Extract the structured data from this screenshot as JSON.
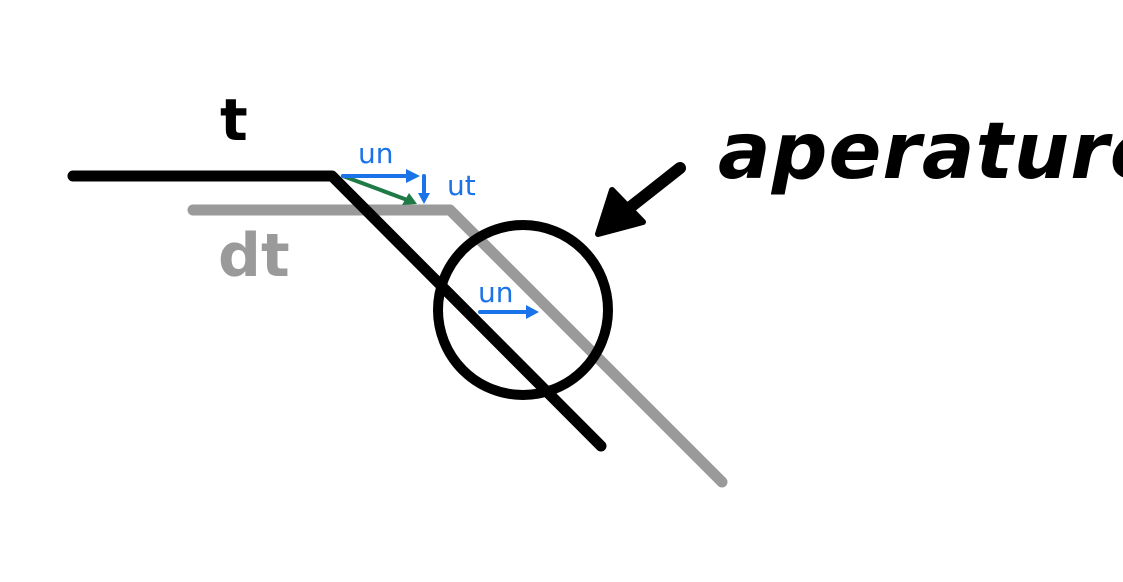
{
  "colors": {
    "background": "#ffffff",
    "surface_t": "#000000",
    "surface_dt": "#9a9a9a",
    "vector_blue": "#1a73e8",
    "vector_green": "#1f7a45",
    "aperture": "#000000"
  },
  "labels": {
    "t": "t",
    "dt": "dt",
    "un_top": "un",
    "ut": "ut",
    "un_circle": "un",
    "aperture": "aperature"
  },
  "icons": {
    "pointer": "arrow-pointing-to-aperture"
  }
}
